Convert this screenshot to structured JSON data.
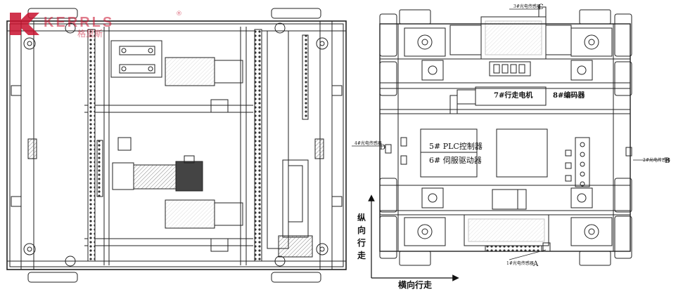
{
  "logo": {
    "text": "KERRLS",
    "chinese": "格里斯",
    "trademark": "®",
    "color": "#c8102e"
  },
  "labels": {
    "plc": "5# PLC控制器",
    "servo": "6# 伺服驱动器",
    "travel_motor": "7#行走电机",
    "encoder": "8#编码器",
    "sensor_a": "1#光电传感器",
    "sensor_a_letter": "A",
    "sensor_b": "2#光电传感器",
    "sensor_b_letter": "B",
    "sensor_c": "3#光电传感器",
    "sensor_c_letter": "C",
    "sensor_d": "4#光电传感器",
    "sensor_d_letter": "D",
    "longitudinal": [
      "纵",
      "向",
      "行",
      "走"
    ],
    "transverse": "横向行走"
  }
}
